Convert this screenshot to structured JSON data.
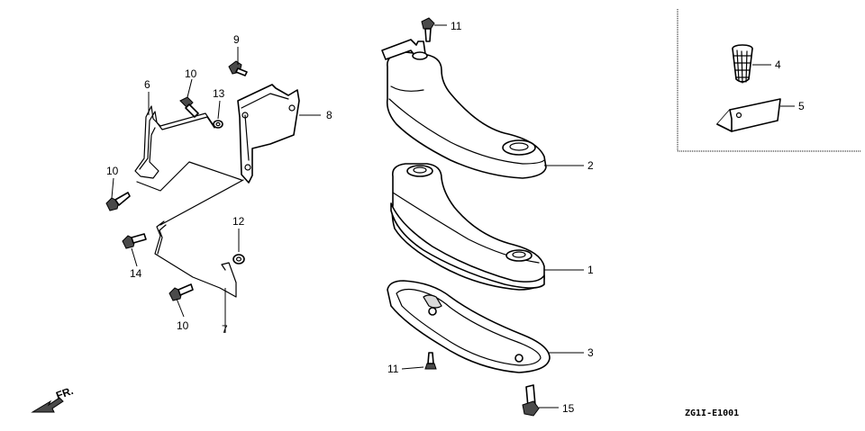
{
  "diagram": {
    "callouts": {
      "c1": "1",
      "c2": "2",
      "c3": "3",
      "c4": "4",
      "c5": "5",
      "c6": "6",
      "c7": "7",
      "c8": "8",
      "c9": "9",
      "c10a": "10",
      "c10b": "10",
      "c10c": "10",
      "c11a": "11",
      "c11b": "11",
      "c12": "12",
      "c13": "13",
      "c14": "14",
      "c15": "15"
    },
    "front_marker": "FR.",
    "drawing_code": "ZG1I-E1001"
  }
}
